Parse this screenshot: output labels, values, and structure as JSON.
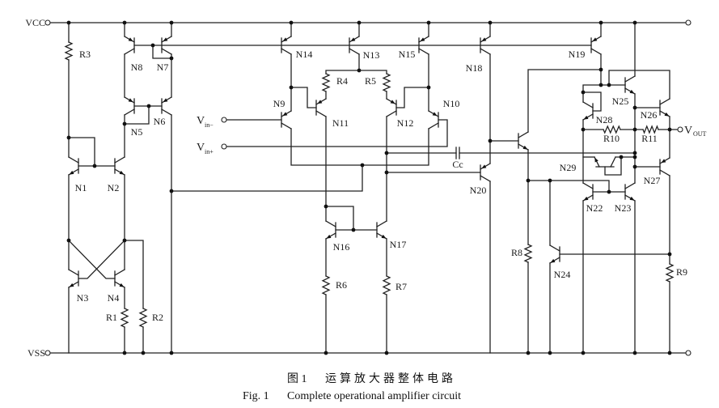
{
  "figure": {
    "caption": {
      "cn_label": "图 1",
      "cn_title": "运算放大器整体电路",
      "en_label": "Fig. 1",
      "en_title": "Complete operational amplifier circuit"
    }
  },
  "terminals": {
    "vcc": {
      "label": "VCC"
    },
    "vss": {
      "label": "VSS"
    },
    "vin_minus": {
      "symbol": "V",
      "subscript": "in−"
    },
    "vin_plus": {
      "symbol": "V",
      "subscript": "in+"
    },
    "vout": {
      "symbol": "V",
      "subscript": "OUT"
    }
  },
  "transistors": {
    "N1": {
      "label": "N1",
      "type": "NPN"
    },
    "N2": {
      "label": "N2",
      "type": "NPN"
    },
    "N3": {
      "label": "N3",
      "type": "NPN"
    },
    "N4": {
      "label": "N4",
      "type": "NPN"
    },
    "N5": {
      "label": "N5",
      "type": "PNP"
    },
    "N6": {
      "label": "N6",
      "type": "PNP"
    },
    "N7": {
      "label": "N7",
      "type": "PNP"
    },
    "N8": {
      "label": "N8",
      "type": "PNP"
    },
    "N9": {
      "label": "N9",
      "type": "PNP"
    },
    "N10": {
      "label": "N10",
      "type": "PNP"
    },
    "N11": {
      "label": "N11",
      "type": "PNP"
    },
    "N12": {
      "label": "N12",
      "type": "PNP"
    },
    "N13": {
      "label": "N13",
      "type": "PNP"
    },
    "N14": {
      "label": "N14",
      "type": "PNP"
    },
    "N15": {
      "label": "N15",
      "type": "PNP"
    },
    "N16": {
      "label": "N16",
      "type": "NPN"
    },
    "N17": {
      "label": "N17",
      "type": "NPN"
    },
    "N18": {
      "label": "N18",
      "type": "PNP"
    },
    "N19": {
      "label": "N19",
      "type": "PNP"
    },
    "N20": {
      "label": "N20",
      "type": "PNP"
    },
    "N22": {
      "label": "N22",
      "type": "NPN"
    },
    "N23": {
      "label": "N23",
      "type": "NPN"
    },
    "N24": {
      "label": "N24",
      "type": "NPN"
    },
    "N25": {
      "label": "N25",
      "type": "NPN"
    },
    "N26": {
      "label": "N26",
      "type": "NPN"
    },
    "N27": {
      "label": "N27",
      "type": "PNP"
    },
    "N28": {
      "label": "N28",
      "type": "NPN"
    },
    "N29": {
      "label": "N29",
      "type": "NPN"
    },
    "unlabeled_driver": {
      "type": "NPN"
    }
  },
  "resistors": {
    "R1": {
      "label": "R1"
    },
    "R2": {
      "label": "R2"
    },
    "R3": {
      "label": "R3"
    },
    "R4": {
      "label": "R4"
    },
    "R5": {
      "label": "R5"
    },
    "R6": {
      "label": "R6"
    },
    "R7": {
      "label": "R7"
    },
    "R8": {
      "label": "R8"
    },
    "R9": {
      "label": "R9"
    },
    "R10": {
      "label": "R10"
    },
    "R11": {
      "label": "R11"
    }
  },
  "capacitors": {
    "Cc": {
      "label": "Cc"
    }
  },
  "colors": {
    "line": "#222222",
    "background": "#ffffff"
  }
}
